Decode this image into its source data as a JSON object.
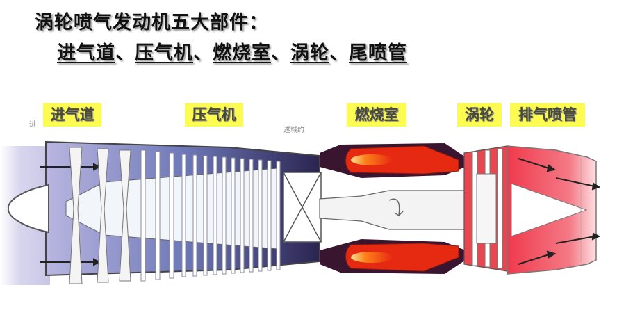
{
  "title": "涡轮喷气发动机五大部件：",
  "subtitle": {
    "parts": [
      "进气道",
      "压气机",
      "燃烧室",
      "涡轮",
      "尾喷管"
    ],
    "separator": "、"
  },
  "labels": {
    "inlet": "进气道",
    "compressor": "压气机",
    "combustor": "燃烧室",
    "turbine": "涡轮",
    "exhaust": "排气喷管"
  },
  "faint_text": {
    "left_marker": "进",
    "diagram_note": "透城约"
  },
  "colors": {
    "label_bg": "#fbfb52",
    "compressor_blue": "#6f79b8",
    "combustor_red": "#e62a12",
    "exhaust_pink": "#ef5a6a"
  }
}
